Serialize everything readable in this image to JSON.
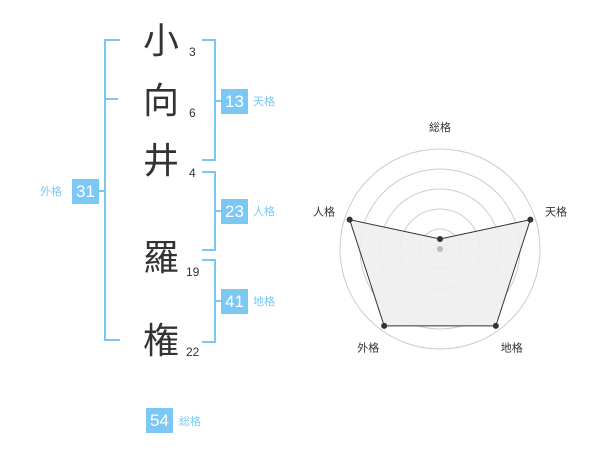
{
  "name": {
    "characters": [
      {
        "char": "小",
        "strokes": "3"
      },
      {
        "char": "向",
        "strokes": "6"
      },
      {
        "char": "井",
        "strokes": "4"
      },
      {
        "char": "羅",
        "strokes": "19"
      },
      {
        "char": "権",
        "strokes": "22"
      }
    ]
  },
  "kaku": {
    "tenkaku": {
      "value": "13",
      "label": "天格"
    },
    "jinkaku": {
      "value": "23",
      "label": "人格"
    },
    "chikaku": {
      "value": "41",
      "label": "地格"
    },
    "gaikaku": {
      "value": "31",
      "label": "外格"
    },
    "soukaku": {
      "value": "54",
      "label": "総格"
    }
  },
  "colors": {
    "accent": "#7cc8f4",
    "text": "#333333",
    "grid": "#cccccc",
    "fill": "#eeeeee"
  },
  "chart_data": {
    "type": "radar",
    "axes": [
      "総格",
      "天格",
      "地格",
      "外格",
      "人格"
    ],
    "values": [
      0.1,
      0.95,
      0.95,
      0.95,
      0.95
    ],
    "rlim": [
      0,
      1
    ],
    "rings": 5
  }
}
